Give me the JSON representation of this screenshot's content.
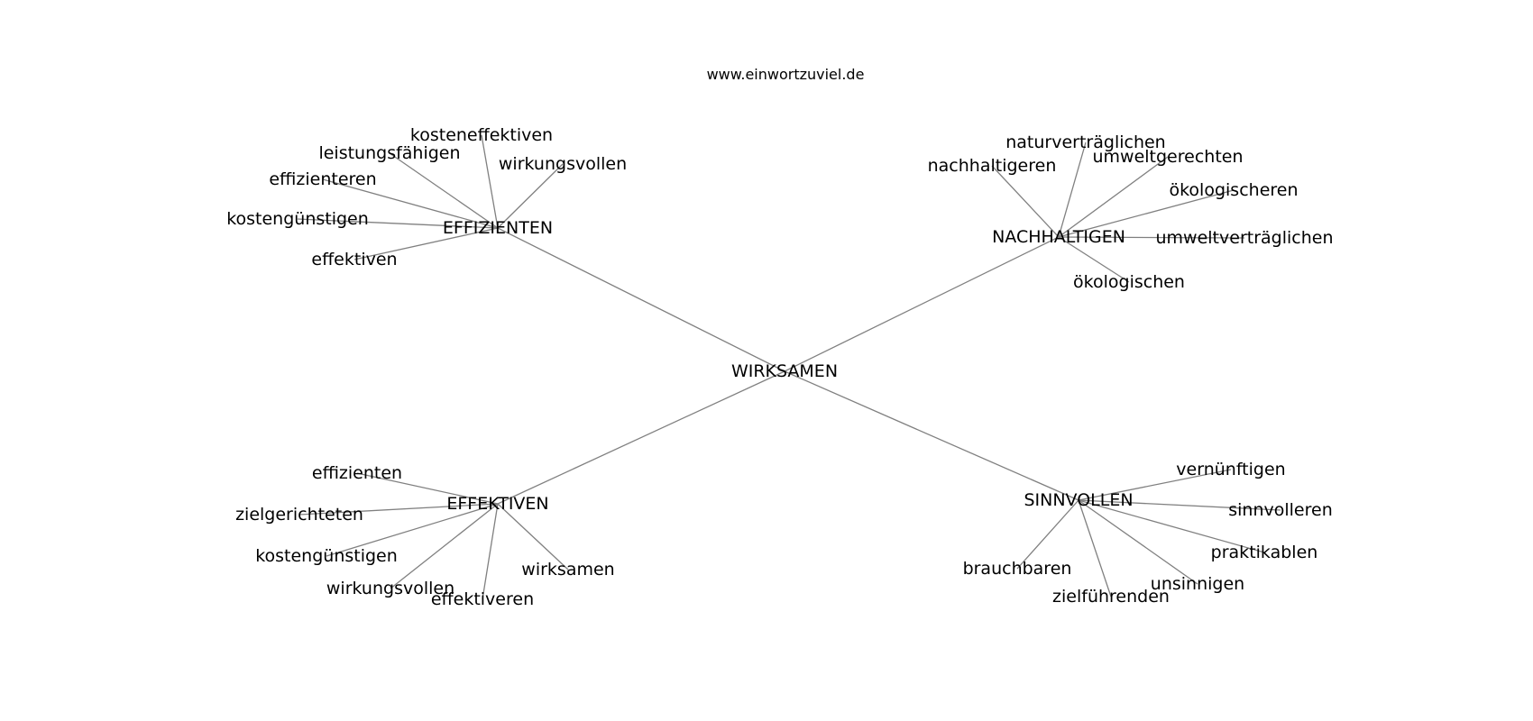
{
  "caption": "www.einwortzuviel.de",
  "graph": {
    "root": "WIRKSAMEN",
    "groups": [
      {
        "hub": "EFFIZIENTEN",
        "leaves": [
          "kosteneffektiven",
          "leistungsfähigen",
          "wirkungsvollen",
          "effizienteren",
          "kostengünstigen",
          "effektiven"
        ]
      },
      {
        "hub": "NACHHALTIGEN",
        "leaves": [
          "naturverträglichen",
          "nachhaltigeren",
          "umweltgerechten",
          "ökologischeren",
          "umweltverträglichen",
          "ökologischen"
        ]
      },
      {
        "hub": "EFFEKTIVEN",
        "leaves": [
          "effizienten",
          "zielgerichteten",
          "kostengünstigen",
          "wirkungsvollen",
          "effektiveren",
          "wirksamen"
        ]
      },
      {
        "hub": "SINNVOLLEN",
        "leaves": [
          "vernünftigen",
          "sinnvolleren",
          "praktikablen",
          "brauchbaren",
          "unsinnigen",
          "zielführenden"
        ]
      }
    ]
  }
}
